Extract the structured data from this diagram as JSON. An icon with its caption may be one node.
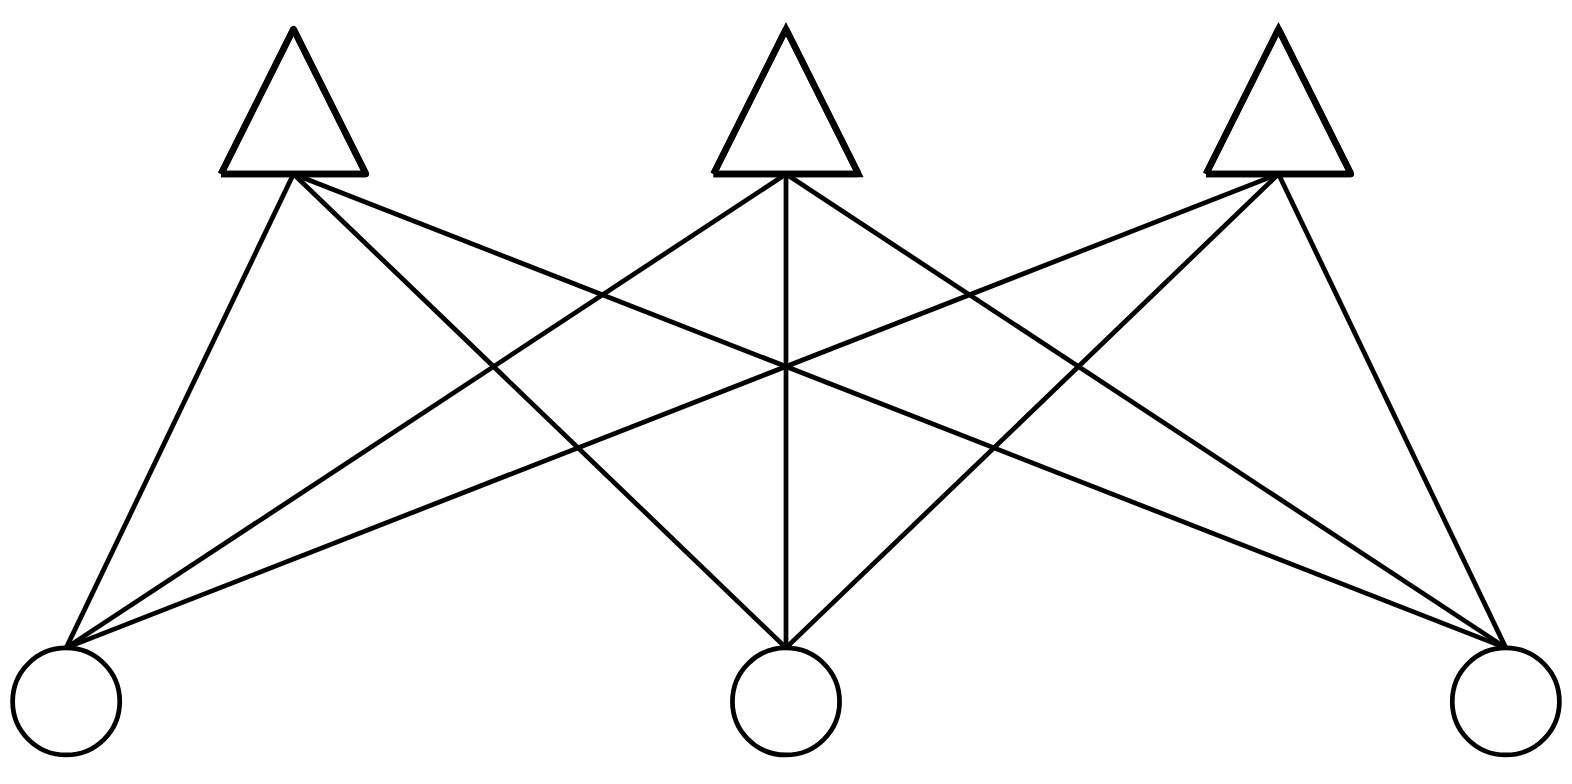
{
  "diagram": {
    "nodes": [
      {
        "text": [],
        "shape": "triangle"
      },
      {
        "text": [],
        "shape": "triangle"
      },
      {
        "text": [],
        "shape": "triangle"
      },
      {
        "text": [],
        "shape": "circle"
      },
      {
        "text": [],
        "shape": "circle"
      },
      {
        "text": [],
        "shape": "circle"
      }
    ],
    "edges": [
      {
        "from": 0,
        "to": 3,
        "arrow": "none"
      },
      {
        "from": 0,
        "to": 4,
        "arrow": "none"
      },
      {
        "from": 0,
        "to": 5,
        "arrow": "none"
      },
      {
        "from": 1,
        "to": 3,
        "arrow": "none"
      },
      {
        "from": 1,
        "to": 4,
        "arrow": "none"
      },
      {
        "from": 1,
        "to": 5,
        "arrow": "none"
      },
      {
        "from": 2,
        "to": 3,
        "arrow": "none"
      },
      {
        "from": 2,
        "to": 4,
        "arrow": "none"
      },
      {
        "from": 2,
        "to": 5,
        "arrow": "none"
      }
    ]
  }
}
